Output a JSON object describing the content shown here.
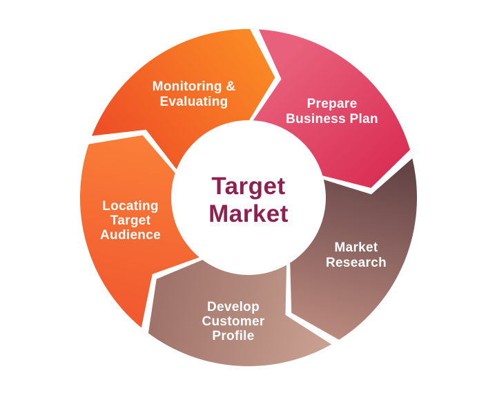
{
  "diagram": {
    "type": "cycle",
    "direction": "clockwise",
    "background_color": "#ffffff",
    "title": {
      "lines": [
        "Target",
        "Market"
      ],
      "color": "#8E2150"
    },
    "segments": [
      {
        "id": "monitoring-evaluating",
        "lines": [
          "Monitoring &",
          "Evaluating"
        ],
        "text_color": "#ffffff",
        "gradient": {
          "from": "#EE4E26",
          "to": "#FC8F25"
        }
      },
      {
        "id": "prepare-business-plan",
        "lines": [
          "Prepare",
          "Business Plan"
        ],
        "text_color": "#ffffff",
        "gradient": {
          "from": "#E8607B",
          "to": "#D92C52"
        }
      },
      {
        "id": "market-research",
        "lines": [
          "Market",
          "Research"
        ],
        "text_color": "#ffffff",
        "gradient": {
          "from": "#634345",
          "to": "#BE8C80"
        }
      },
      {
        "id": "develop-customer-profile",
        "lines": [
          "Develop",
          "Customer",
          "Profile"
        ],
        "text_color": "#ffffff",
        "gradient": {
          "from": "#A1746B",
          "to": "#C9A191"
        }
      },
      {
        "id": "locating-target-audience",
        "lines": [
          "Locating",
          "Target",
          "Audience"
        ],
        "text_color": "#ffffff",
        "gradient": {
          "from": "#F15A30",
          "to": "#FA7E38"
        }
      }
    ]
  }
}
